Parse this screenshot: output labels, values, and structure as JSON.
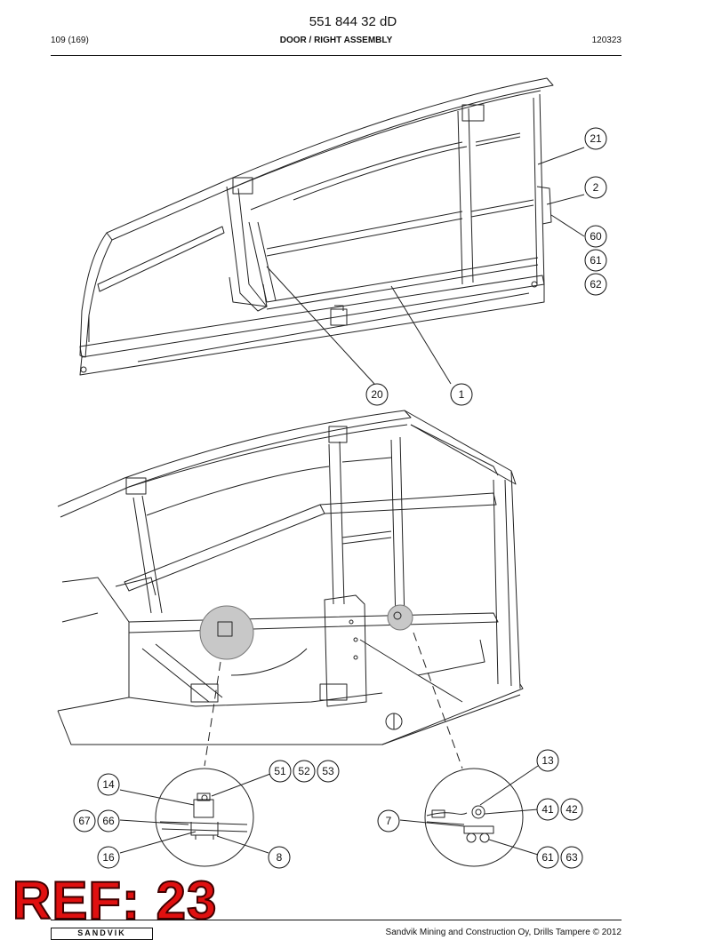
{
  "header": {
    "document_code": "551 844 32 dD",
    "page": "109 (169)",
    "title": "DOOR / RIGHT ASSEMBLY",
    "date": "120323"
  },
  "callouts_top": [
    "21",
    "2",
    "60",
    "61",
    "62",
    "20",
    "1"
  ],
  "callouts_bottom": [
    "13",
    "51",
    "52",
    "53",
    "14",
    "67",
    "66",
    "7",
    "41",
    "42",
    "16",
    "8",
    "61",
    "63"
  ],
  "ref_mark": "REF: 23",
  "footer": {
    "company": "Sandvik Mining and Construction Oy, Drills Tampere © 2012",
    "logo": "SANDVIK"
  }
}
